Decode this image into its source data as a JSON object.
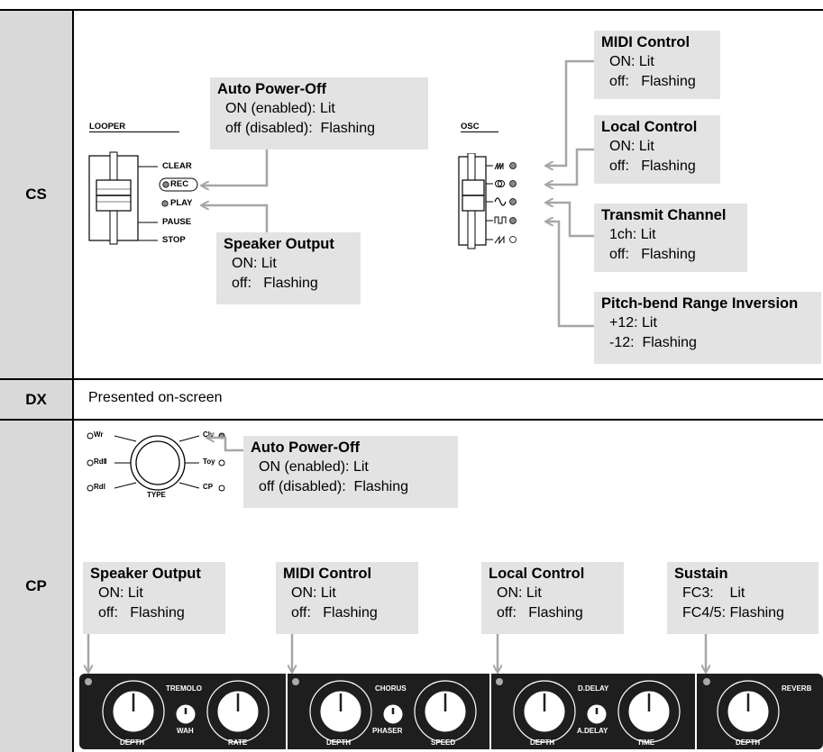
{
  "rows": {
    "cs": "CS",
    "dx": "DX",
    "cp": "CP"
  },
  "dx_text": "Presented on-screen",
  "cs": {
    "looper": {
      "title": "LOOPER",
      "positions": [
        "CLEAR",
        "REC",
        "PLAY",
        "PAUSE",
        "STOP"
      ]
    },
    "osc": {
      "title": "OSC"
    },
    "boxes": {
      "auto_power_off": {
        "title": "Auto Power-Off",
        "row1": "ON (enabled): Lit",
        "row2": "off (disabled):  Flashing"
      },
      "speaker_output": {
        "title": "Speaker Output",
        "row1": "ON: Lit",
        "row2": "off:   Flashing"
      },
      "midi_control": {
        "title": "MIDI Control",
        "row1": "ON: Lit",
        "row2": "off:   Flashing"
      },
      "local_control": {
        "title": "Local Control",
        "row1": "ON: Lit",
        "row2": "off:   Flashing"
      },
      "transmit_channel": {
        "title": "Transmit Channel",
        "row1": "1ch: Lit",
        "row2": "off:   Flashing"
      },
      "pitch_bend": {
        "title": "Pitch-bend Range Inversion",
        "row1": "+12: Lit",
        "row2": "-12:  Flashing"
      }
    }
  },
  "cp": {
    "type_knob": {
      "title": "TYPE",
      "left": [
        "Wr",
        "RdⅡ",
        "RdⅠ"
      ],
      "right": [
        "Clv",
        "Toy",
        "CP"
      ]
    },
    "boxes": {
      "auto_power_off": {
        "title": "Auto Power-Off",
        "row1": "ON (enabled): Lit",
        "row2": "off (disabled):  Flashing"
      },
      "speaker_output": {
        "title": "Speaker Output",
        "row1": "ON: Lit",
        "row2": "off:   Flashing"
      },
      "midi_control": {
        "title": "MIDI Control",
        "row1": "ON: Lit",
        "row2": "off:   Flashing"
      },
      "local_control": {
        "title": "Local Control",
        "row1": "ON: Lit",
        "row2": "off:   Flashing"
      },
      "sustain": {
        "title": "Sustain",
        "row1": "FC3:    Lit",
        "row2": "FC4/5: Flashing"
      }
    },
    "panels": [
      {
        "knob1": "DEPTH",
        "switch_top": "TREMOLO",
        "switch_bottom": "WAH",
        "knob2": "RATE"
      },
      {
        "knob1": "DEPTH",
        "switch_top": "CHORUS",
        "switch_bottom": "PHASER",
        "knob2": "SPEED"
      },
      {
        "knob1": "DEPTH",
        "switch_top": "D.DELAY",
        "switch_bottom": "A.DELAY",
        "knob2": "TIME"
      },
      {
        "knob1": "DEPTH",
        "switch_top": "REVERB",
        "switch_bottom": "",
        "knob2": ""
      }
    ]
  },
  "colors": {
    "label_bg": "#d9d9d9",
    "box_bg": "#e3e3e3",
    "arrow": "#a6a6a6",
    "panel": "#1e1e1e"
  }
}
